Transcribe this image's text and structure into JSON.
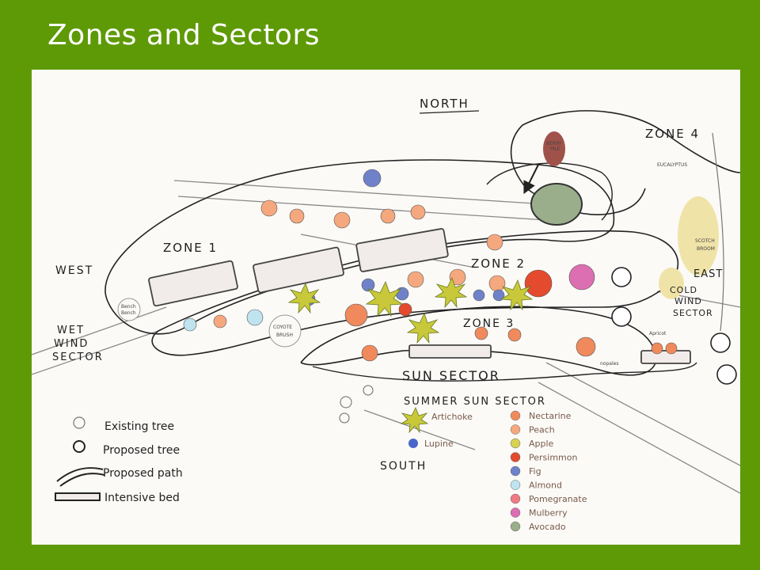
{
  "slide": {
    "title": "Zones and Sectors"
  },
  "colors": {
    "background": "#5e9a06",
    "title": "#ffffff",
    "paper": "#fbfaf7"
  },
  "map": {
    "compass": {
      "north": "NORTH",
      "south": "SOUTH",
      "east": "EAST",
      "west": "WEST"
    },
    "zones": {
      "zone1": "ZONE 1",
      "zone2": "ZONE 2",
      "zone3": "ZONE 3",
      "zone4": "ZONE 4"
    },
    "sectors": {
      "wet_wind": [
        "WET",
        "WIND",
        "SECTOR"
      ],
      "cold_wind": [
        "COLD",
        "WIND",
        "SECTOR"
      ],
      "sun": "SUN SECTOR",
      "summer_sun": "SUMMER SUN SECTOR"
    },
    "small_labels": {
      "berry_pile": [
        "BERRY",
        "PILE"
      ],
      "eucalyptus": "EUCALYPTUS",
      "scotch_broom": [
        "SCOTCH",
        "BROOM"
      ],
      "coyote_brush": [
        "COYOTE",
        "BRUSH"
      ],
      "bench": [
        "Bench",
        "Bench"
      ],
      "apricot": "Apricot",
      "nopales": "nopales"
    }
  },
  "legend": {
    "symbols": [
      {
        "label": "Existing tree",
        "icon": "existing-tree-icon"
      },
      {
        "label": "Proposed tree",
        "icon": "proposed-tree-icon"
      },
      {
        "label": "Proposed path",
        "icon": "proposed-path-icon"
      },
      {
        "label": "Intensive bed",
        "icon": "intensive-bed-icon"
      }
    ],
    "plants_left": [
      {
        "label": "Artichoke",
        "color": "#c8c83a"
      },
      {
        "label": "Lupine",
        "color": "#4a66c8"
      }
    ],
    "trees": [
      {
        "label": "Nectarine",
        "color": "#f08a5c"
      },
      {
        "label": "Peach",
        "color": "#f5a87e"
      },
      {
        "label": "Apple",
        "color": "#d9d152"
      },
      {
        "label": "Persimmon",
        "color": "#e44a2e"
      },
      {
        "label": "Fig",
        "color": "#6f82c9"
      },
      {
        "label": "Almond",
        "color": "#bfe4ef"
      },
      {
        "label": "Pomegranate",
        "color": "#ef7a82"
      },
      {
        "label": "Mulberry",
        "color": "#dc6fb2"
      },
      {
        "label": "Avocado",
        "color": "#9aae8c"
      }
    ]
  }
}
